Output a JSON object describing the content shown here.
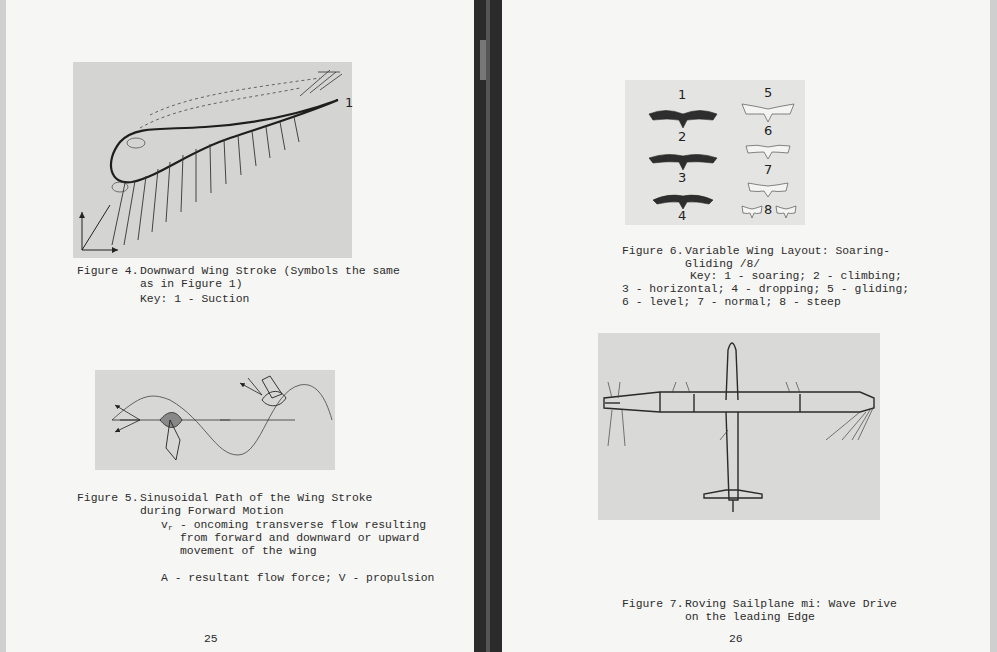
{
  "diagram": {
    "labels": [
      "1",
      "Figure 4.",
      "Downward Wing Stroke (Symbols the same as in Figure 1)",
      "Key: 1 - Suction",
      "Figure 5.",
      "Sinusoidal Path of the Wing Stroke during Forward Motion",
      "v",
      "r",
      "- oncoming transverse flow resulting from forward and downward or upward movement of the wing",
      "A - resultant flow force; V - propulsion",
      "25",
      "1",
      "2",
      "3",
      "4",
      "5",
      "6",
      "7",
      "8",
      "Figure 6.",
      "Variable Wing Layout: Soaring-Gliding /8/",
      "Key: 1 - soaring; 2 - climbing; 3 - horizontal; 4 - dropping; 5 - gliding; 6 - level; 7 - normal; 8 - steep",
      "Figure 7.",
      "Roving Sailplane mi: Wave Drive on the leading Edge",
      "26"
    ]
  }
}
